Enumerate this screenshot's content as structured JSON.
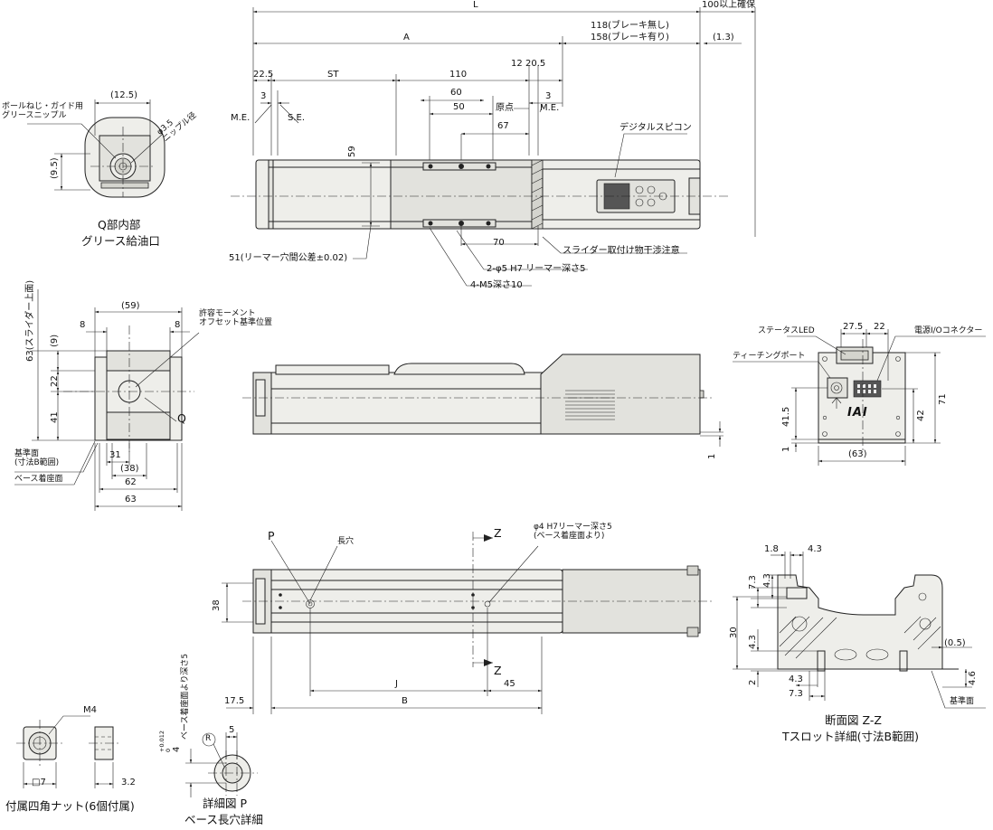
{
  "dims": {
    "L": "L",
    "brake_clearance": "100以上確保",
    "brake_none": "118(ブレーキ無し)",
    "brake_with": "158(ブレーキ有り)",
    "A": "A",
    "d1_3": "(1.3)",
    "d22_5": "22.5",
    "ST": "ST",
    "d110": "110",
    "d12": "12",
    "d20_5": "20.5",
    "d3a": "3",
    "d3b": "3",
    "d60": "60",
    "d50": "50",
    "d67": "67",
    "origin": "原点",
    "me_left": "M.E.",
    "se": "S.E.",
    "me_right": "M.E.",
    "d59": "59",
    "d70": "70",
    "reamer": "51(リーマー穴間公差±0.02)",
    "hole2": "2-φ5 H7 リーマー深さ5",
    "hole4": "4-M5深さ10",
    "slider_note": "スライダー取付け物干渉注意",
    "digital_spicon": "デジタルスピコン"
  },
  "detailQ": {
    "d12_5": "(12.5)",
    "d9_5": "(9.5)",
    "nipple_label": "ボールねじ・ガイド用\nグリースニップル",
    "nipple_dia": "φ3.5\nニップル径",
    "title1": "Q部内部",
    "title2": "グリース給油口"
  },
  "endView": {
    "d59p": "(59)",
    "d8a": "8",
    "d8b": "8",
    "d63slider": "63(スライダー上面)",
    "d9p": "(9)",
    "d22": "22",
    "d41": "41",
    "d31": "31",
    "d38p": "(38)",
    "d62": "62",
    "d63": "63",
    "moment_label": "許容モーメント\nオフセット基準位置",
    "q_label": "Q",
    "ref_label": "基準面\n(寸法B範囲)",
    "base_label": "ベース着座面"
  },
  "sideView": {
    "d1": "1"
  },
  "rightEnd": {
    "status_led": "ステータスLED",
    "teaching_port": "ティーチングポート",
    "power_io": "電源I/Oコネクター",
    "d27_5": "27.5",
    "d22r": "22",
    "d71": "71",
    "d41_5": "41.5",
    "d42": "42",
    "d1r": "1",
    "d63pr": "(63)",
    "logo": "IAI"
  },
  "bottomView": {
    "P": "P",
    "slot": "長穴",
    "z1": "Z",
    "z2": "Z",
    "phi4": "φ4 H7リーマー深さ5\n(ベース着座面より)",
    "d38": "38",
    "J": "J",
    "d45": "45",
    "d17_5": "17.5",
    "B": "B"
  },
  "section": {
    "d1_8": "1.8",
    "d4_3a": "4.3",
    "d7_3a": "7.3",
    "d4_3b": "4.3",
    "d30": "30",
    "d4_3c": "4.3",
    "d2": "2",
    "d4_3d": "4.3",
    "d7_3b": "7.3",
    "d0_5": "(0.5)",
    "d4_6": "4.6",
    "ref": "基準面",
    "title1": "断面図 Z-Z",
    "title2": "Tスロット詳細(寸法B範囲)"
  },
  "nut": {
    "m4": "M4",
    "sq7": "□7",
    "d3_2": "3.2",
    "title": "付属四角ナット(6個付属)"
  },
  "detailP": {
    "tol": "+0.012\n0",
    "d4": "4",
    "depth": "ベース着座面より深さ5",
    "d5": "5",
    "R": "R",
    "title1": "詳細図 P",
    "title2": "ベース長穴詳細"
  }
}
